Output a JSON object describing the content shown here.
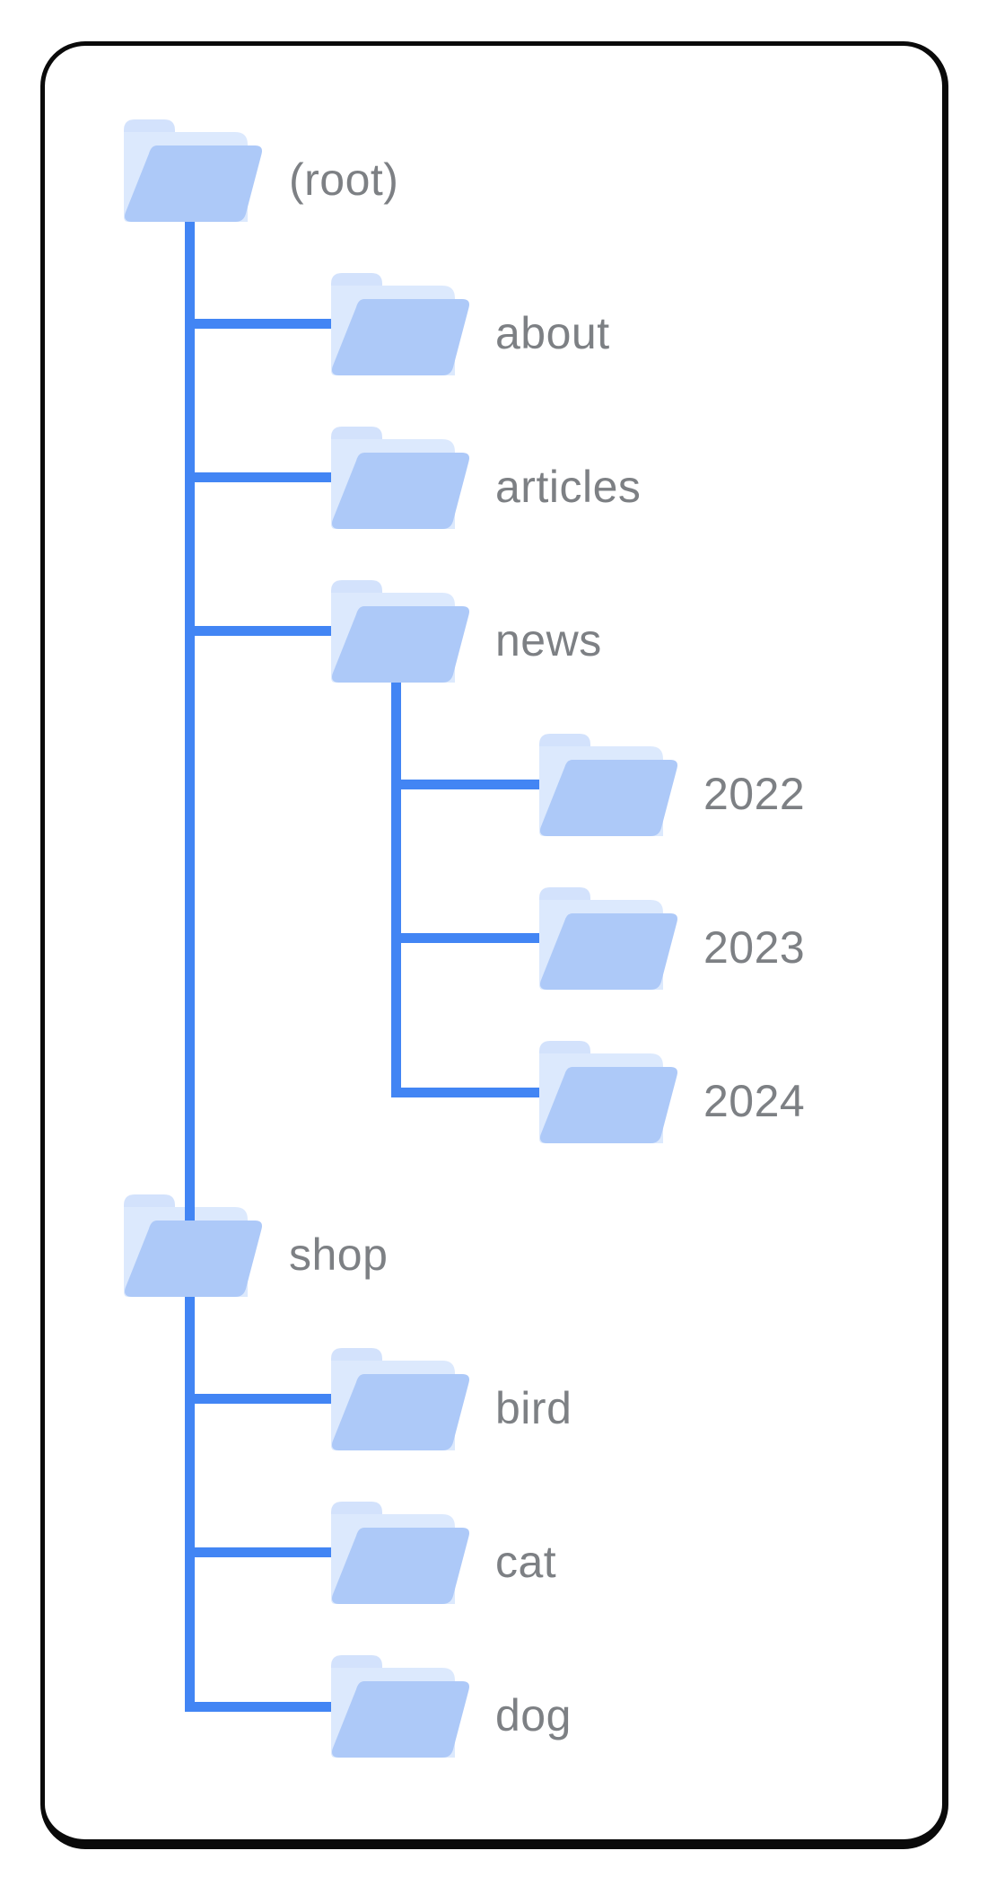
{
  "diagram": {
    "title_hint": "site folder structure tree",
    "nodes": [
      {
        "id": "root",
        "label": "(root)",
        "level": 0,
        "row": 0,
        "parent": null
      },
      {
        "id": "about",
        "label": "about",
        "level": 1,
        "row": 1,
        "parent": "root"
      },
      {
        "id": "articles",
        "label": "articles",
        "level": 1,
        "row": 2,
        "parent": "root"
      },
      {
        "id": "news",
        "label": "news",
        "level": 1,
        "row": 3,
        "parent": "root"
      },
      {
        "id": "y2022",
        "label": "2022",
        "level": 2,
        "row": 4,
        "parent": "news"
      },
      {
        "id": "y2023",
        "label": "2023",
        "level": 2,
        "row": 5,
        "parent": "news"
      },
      {
        "id": "y2024",
        "label": "2024",
        "level": 2,
        "row": 6,
        "parent": "news"
      },
      {
        "id": "shop",
        "label": "shop",
        "level": 0,
        "row": 7,
        "parent": "root"
      },
      {
        "id": "bird",
        "label": "bird",
        "level": 1,
        "row": 8,
        "parent": "shop"
      },
      {
        "id": "cat",
        "label": "cat",
        "level": 1,
        "row": 9,
        "parent": "shop"
      },
      {
        "id": "dog",
        "label": "dog",
        "level": 1,
        "row": 10,
        "parent": "shop"
      }
    ],
    "colors": {
      "connector_blue": "#4285f4",
      "folder_front": "#adc9f8",
      "folder_flap": "#dce9fd",
      "folder_tab": "#d3e2fc",
      "label_gray": "#7d8084",
      "card_border": "#0a0a0a",
      "background": "#ffffff"
    }
  }
}
